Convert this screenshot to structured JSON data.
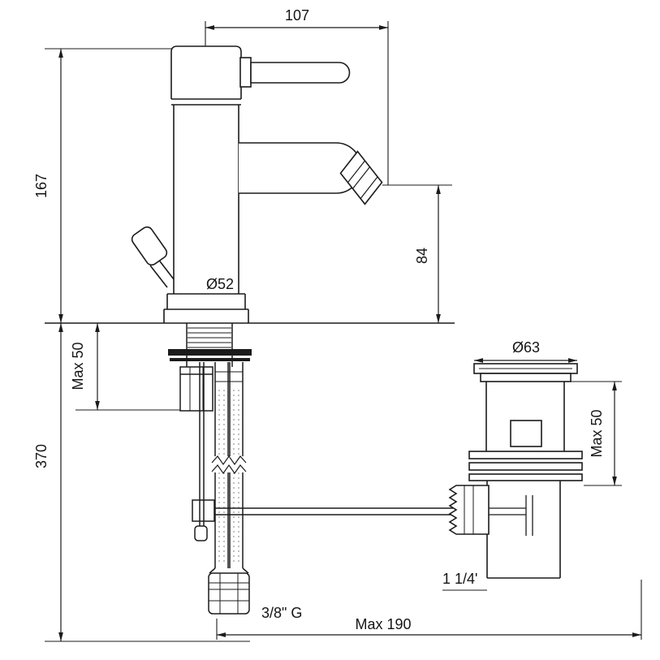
{
  "drawing": {
    "background": "#ffffff",
    "ink": "#1b1b1b",
    "subject": "single-lever-bidet-mixer-with-popup-waste-technical-drawing",
    "dimensions": {
      "spout_reach": "107",
      "mixer_height": "167",
      "spout_height_above_deck": "84",
      "base_diameter": "Ø52",
      "deck_max_thickness": "Max 50",
      "under_deck_length": "370",
      "waste_flange_diameter": "Ø63",
      "waste_deck_max_thickness": "Max 50",
      "waste_outlet_size": "1 1/4'",
      "hose_connection": "3/8\" G",
      "max_drain_offset": "Max 190"
    }
  }
}
